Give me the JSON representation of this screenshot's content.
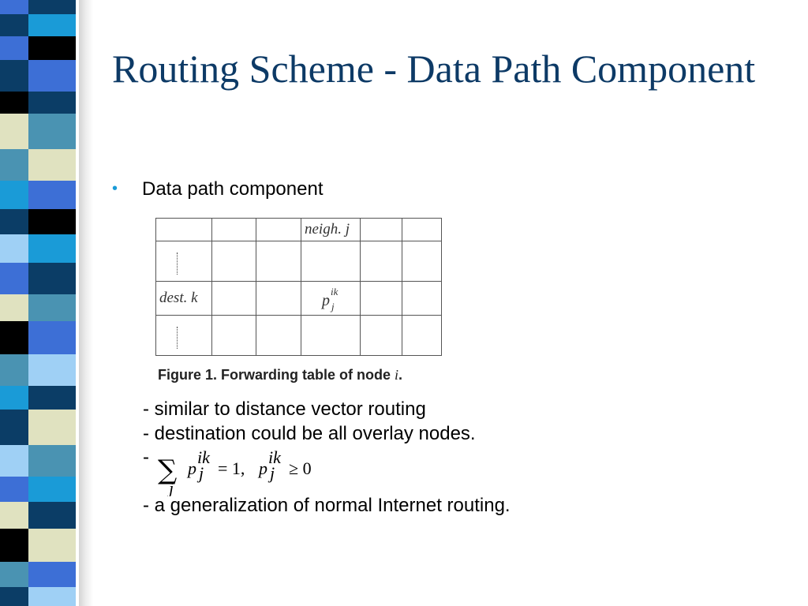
{
  "slide": {
    "title": "Routing Scheme - Data Path Component",
    "bullet": "Data path component",
    "figure": {
      "header_label": "neigh. j",
      "row_label": "dest. k",
      "cell_var": "p",
      "cell_sub": "j",
      "cell_sup": "ik",
      "caption": "Figure 1. Forwarding table of node ",
      "caption_node": "i",
      "caption_end": "."
    },
    "sub_points": [
      "- similar to distance vector routing",
      "- destination could be all overlay nodes.",
      "-",
      "- a generalization of normal Internet routing."
    ],
    "formula": {
      "sum_index": "j",
      "var": "p",
      "sub": "j",
      "sup": "ik",
      "eq_one": "= 1,",
      "ge_zero": "≥ 0"
    }
  },
  "theme": {
    "stripe_colors": [
      "#0b3d66",
      "#3d6fd6",
      "#e0e2c0",
      "#4a93b2",
      "#000000",
      "#9fd0f5",
      "#1a9bd7"
    ]
  }
}
